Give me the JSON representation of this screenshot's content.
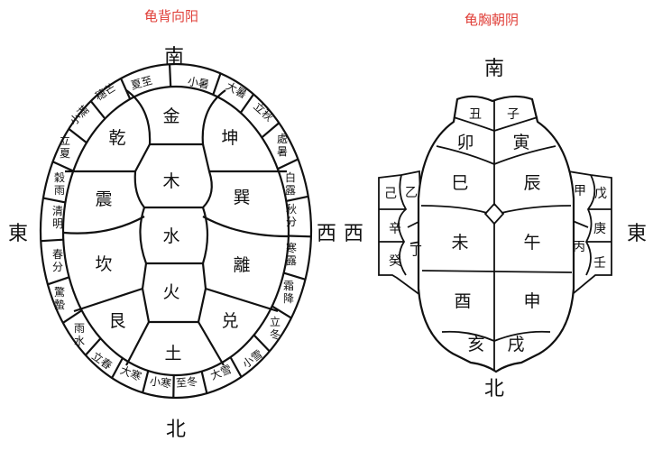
{
  "titles": {
    "back": "龟背向阳",
    "chest": "龟胸朝阴"
  },
  "back": {
    "directions": {
      "south": "南",
      "north": "北",
      "east": "東",
      "west": "西"
    },
    "elements": [
      "金",
      "木",
      "水",
      "火",
      "土"
    ],
    "trigrams": [
      "乾",
      "坤",
      "震",
      "巽",
      "坎",
      "離",
      "艮",
      "兑"
    ],
    "solar_terms": [
      "夏至",
      "小暑",
      "大暑",
      "立秋",
      "處暑",
      "白露",
      "秋分",
      "寒露",
      "霜降",
      "立冬",
      "小雪",
      "大雪",
      "至冬",
      "小寒",
      "大寒",
      "立春",
      "雨水",
      "驚蟄",
      "春分",
      "清明",
      "穀雨",
      "立夏",
      "小滿",
      "穗芒"
    ]
  },
  "chest": {
    "directions": {
      "south": "南",
      "north": "北",
      "west": "西",
      "east": "東"
    },
    "branches": [
      "丑",
      "子",
      "卯",
      "寅",
      "巳",
      "辰",
      "未",
      "午",
      "酉",
      "申",
      "亥",
      "戌"
    ],
    "stems_left": [
      "己",
      "乙",
      "辛",
      "丁",
      "癸"
    ],
    "stems_right": [
      "甲",
      "戊",
      "庚",
      "丙",
      "壬"
    ]
  }
}
